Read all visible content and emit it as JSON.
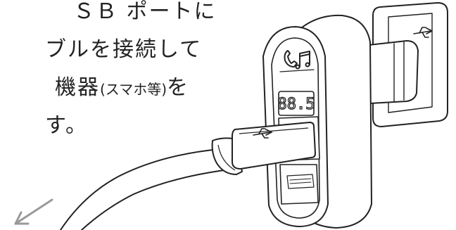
{
  "text": {
    "line1": "ＳＢ ポートに",
    "line2": "ブルを接続して",
    "line3_main": "機器",
    "line3_paren": "(スマホ等)",
    "line3_end": "を",
    "line4": "す。"
  },
  "device": {
    "display_frequency": "88.5"
  },
  "colors": {
    "ink": "#222222",
    "arrow": "#999999"
  }
}
